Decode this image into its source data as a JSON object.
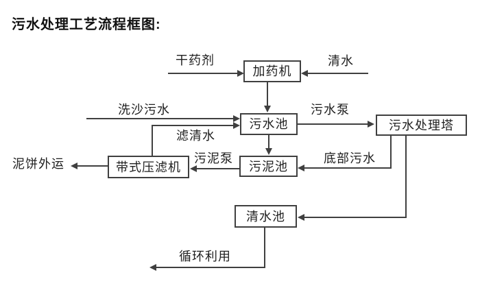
{
  "title": "污水处理工艺流程框图:",
  "colors": {
    "line": "#3f3f3f",
    "text": "#1f1f1f",
    "background": "#ffffff"
  },
  "nodes": {
    "dosing_machine": "加药机",
    "sewage_pool": "污水池",
    "sewage_treatment_tower": "污水处理塔",
    "sludge_pool": "污泥池",
    "belt_filter_press": "带式压滤机",
    "clean_water_pool": "清水池"
  },
  "flow_labels": {
    "dry_chemical": "干药剂",
    "clean_water": "清水",
    "sand_washing_sewage": "洗沙污水",
    "sewage_pump": "污水泵",
    "filtered_water": "滤清水",
    "sludge_pump": "污泥泵",
    "bottom_sewage": "底部污水",
    "mud_cake_outbound": "泥饼外运",
    "recycling": "循环利用"
  }
}
